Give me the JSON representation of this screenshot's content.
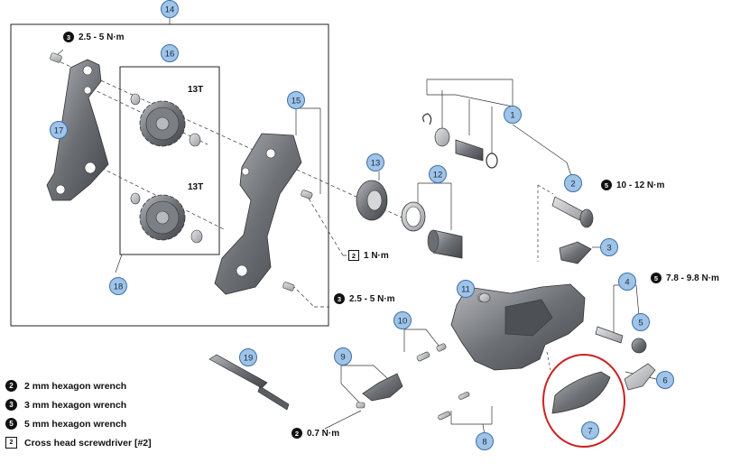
{
  "part_numbers": [
    "1",
    "2",
    "3",
    "4",
    "5",
    "6",
    "7",
    "8",
    "9",
    "10",
    "11",
    "12",
    "13",
    "14",
    "15",
    "16",
    "17",
    "18",
    "19"
  ],
  "tooth_labels": [
    "13T",
    "13T"
  ],
  "torque_specs": [
    {
      "tool": "3",
      "value": "2.5 - 5 N·m"
    },
    {
      "tool": "5",
      "value": "10 - 12 N·m"
    },
    {
      "tool": "2",
      "value": "1 N·m"
    },
    {
      "tool": "3",
      "value": "2.5 - 5 N·m"
    },
    {
      "tool": "5",
      "value": "7.8 - 9.8 N·m"
    },
    {
      "tool": "2",
      "value": "0.7 N·m"
    }
  ],
  "legend": [
    {
      "tool": "2",
      "label": "2 mm hexagon wrench"
    },
    {
      "tool": "3",
      "label": "3 mm hexagon wrench"
    },
    {
      "tool": "5",
      "label": "5 mm hexagon wrench"
    },
    {
      "tool": "2",
      "label": "Cross head screwdriver [#2]"
    }
  ],
  "colors": {
    "callout_fill": "#9fc4e8",
    "callout_stroke": "#3d6fa8",
    "highlight": "#cc2222",
    "part_dark": "#5e6166",
    "part_mid": "#8f9296",
    "part_light": "#c5c7ca"
  }
}
